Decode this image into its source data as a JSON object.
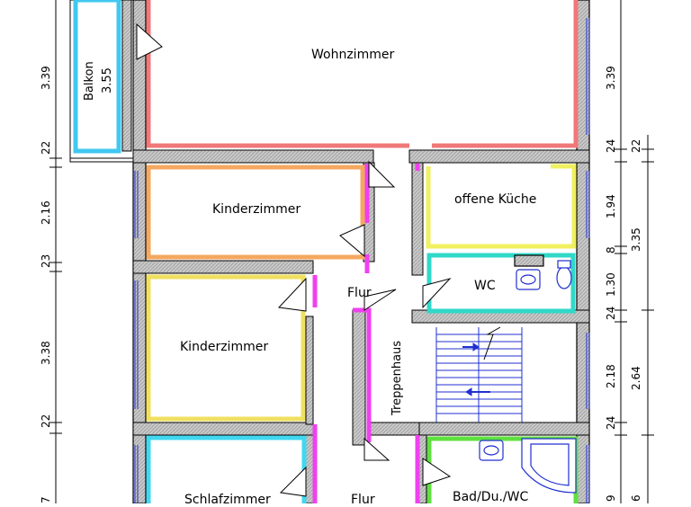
{
  "rooms": {
    "wohnzimmer": "Wohnzimmer",
    "kinderzimmer_1": "Kinderzimmer",
    "kinderzimmer_2": "Kinderzimmer",
    "schlafzimmer": "Schlafzimmer",
    "kueche": "offene Küche",
    "wc": "WC",
    "flur_1": "Flur",
    "flur_2": "Flur",
    "treppenhaus": "Treppenhaus",
    "bad": "Bad/Du./WC",
    "balkon": "Balkon",
    "balkon_area": "3.55"
  },
  "dimensions_left": [
    "3.39",
    "22",
    "2.16",
    "23",
    "3.38",
    "22",
    "7"
  ],
  "dimensions_right_inner": [
    "3.39",
    "24",
    "1.94",
    "8",
    "1.30",
    "24",
    "2.18",
    "24",
    "9"
  ],
  "dimensions_right_outer": [
    "22",
    "3.35",
    "2.64",
    "6"
  ],
  "colors": {
    "wohnzimmer": "#f07878",
    "kinderzimmer_1": "#f4a860",
    "kinderzimmer_2": "#f0e060",
    "schlafzimmer": "#40d8f0",
    "kueche": "#f0f060",
    "wc": "#30d8c8",
    "flur": "#f040f0",
    "bad": "#60e040",
    "balkon": "#40c8f0",
    "walls": "#000000",
    "wall_fill": "#bdbdbd",
    "window": "#2030d0"
  }
}
